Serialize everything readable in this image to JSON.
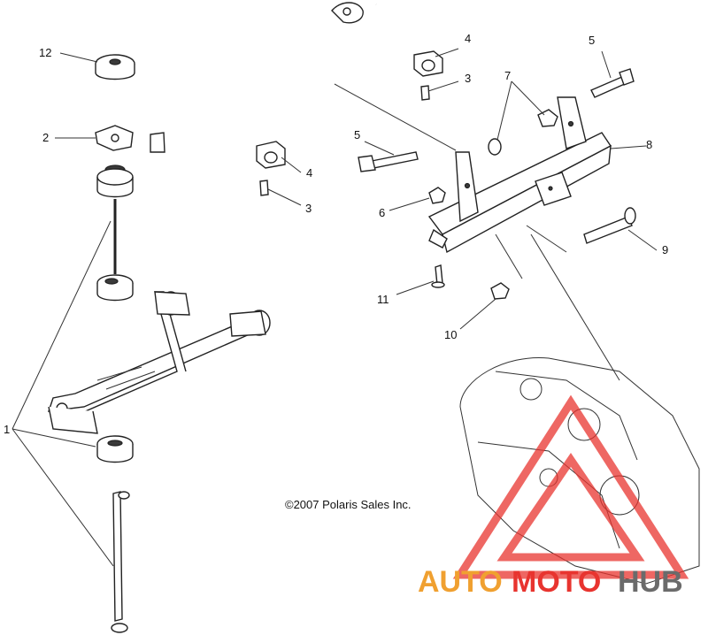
{
  "copyright": "©2007 Polaris Sales Inc.",
  "watermark": {
    "auto": "AUTO",
    "moto": "MOTO",
    "hub": "HUB",
    "color_orange": "#f0a030",
    "color_red": "#e8342f",
    "color_gray": "#6b6b6b"
  },
  "labels": {
    "c1": "1",
    "c2": "2",
    "c3a": "3",
    "c3b": "3",
    "c4a": "4",
    "c4b": "4",
    "c5a": "5",
    "c5b": "5",
    "c6": "6",
    "c7": "7",
    "c8": "8",
    "c9": "9",
    "c10": "10",
    "c11": "11",
    "c12": "12"
  }
}
